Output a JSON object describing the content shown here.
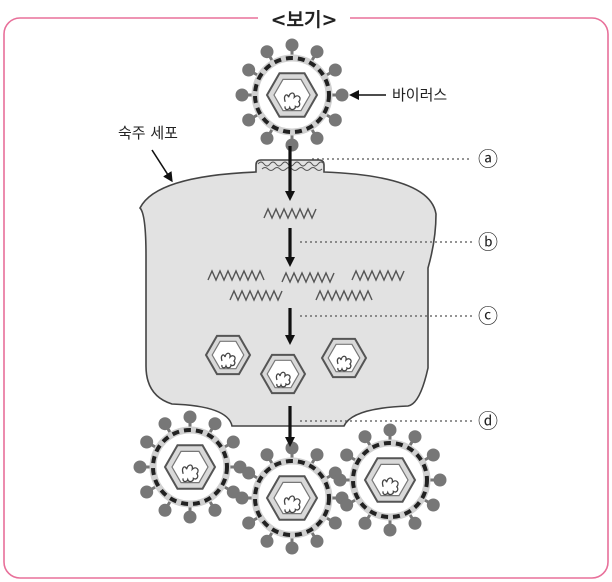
{
  "box": {
    "title": "<보기>",
    "border_color": "#e8709a"
  },
  "labels": {
    "virus": "바이러스",
    "host_cell": "숙주 세포"
  },
  "steps": [
    {
      "mark": "ⓐ"
    },
    {
      "mark": "ⓑ"
    },
    {
      "mark": "ⓒ"
    },
    {
      "mark": "ⓓ"
    }
  ],
  "colors": {
    "cell_fill": "#e2e2e2",
    "capsid_fill": "#d9d9d9",
    "spike": "#777777",
    "line": "#222222"
  }
}
